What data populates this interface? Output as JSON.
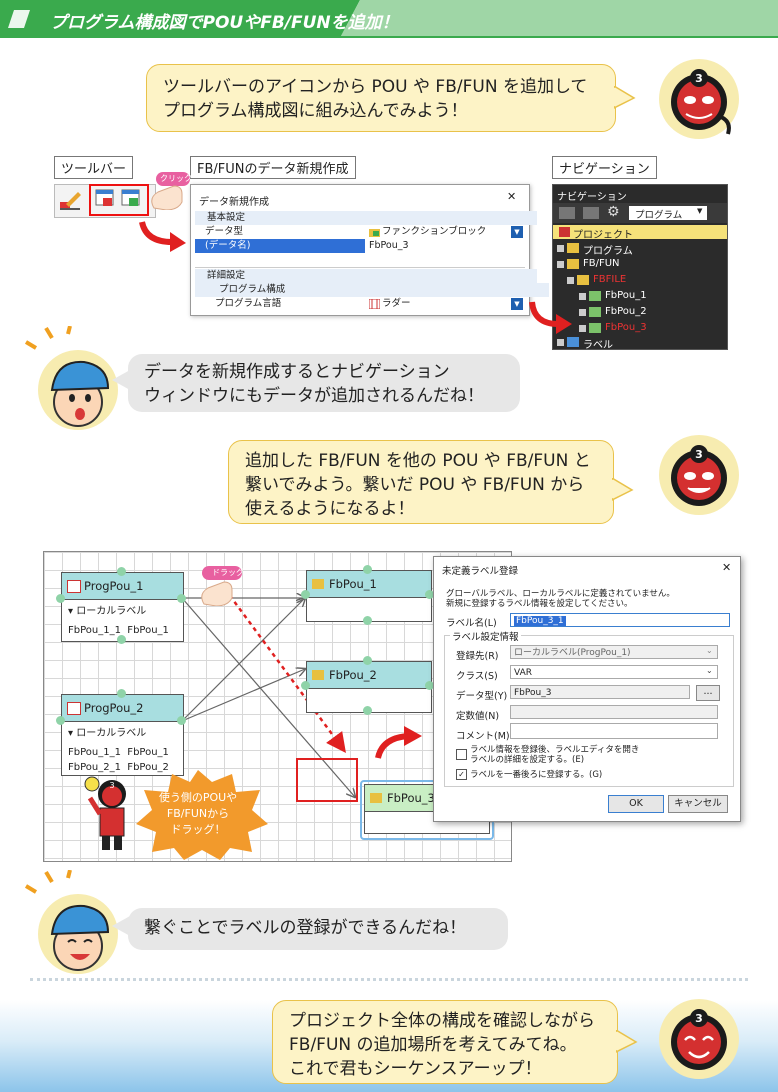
{
  "header": {
    "title": "プログラム構成図でPOUやFB/FUNを追加！"
  },
  "bubbles": {
    "intro": [
      "ツールバーのアイコンから POU や FB/FUN を追加して",
      "プログラム構成図に組み込んでみよう！"
    ],
    "kid1": [
      "データを新規作成するとナビゲーション",
      "ウィンドウにもデータが追加されるんだね！"
    ],
    "connect": [
      "追加した FB/FUN を他の POU や FB/FUN と",
      "繋いでみよう。繋いだ POU や FB/FUN から",
      "使えるようになるよ！"
    ],
    "kid2": [
      "繋ぐことでラベルの登録ができるんだね！"
    ],
    "outro": [
      "プロジェクト全体の構成を確認しながら",
      "FB/FUN の追加場所を考えてみてね。",
      "これで君もシーケンスアーップ！"
    ]
  },
  "section_labels": {
    "toolbar": "ツールバー",
    "new_data": "FB/FUNのデータ新規作成",
    "navigation": "ナビゲーション"
  },
  "toolbar": {
    "click_badge": "クリック"
  },
  "new_data_dialog": {
    "title": "データ新規作成",
    "close": "✕",
    "group_basic": "基本設定",
    "rows": [
      {
        "label": "データ型",
        "value": "ファンクションブロック"
      },
      {
        "label": "(データ名)",
        "value": "FbPou_3"
      }
    ],
    "group_detail": "詳細設定",
    "sub_group": "プログラム構成",
    "lang_label": "プログラム言語",
    "lang_value": "ラダー"
  },
  "navigation": {
    "title": "ナビゲーション",
    "dropdown": "プログラム",
    "project": "プロジェクト",
    "items": [
      "プログラム",
      "FB/FUN",
      "FBFILE",
      "FbPou_1",
      "FbPou_2",
      "FbPou_3",
      "ラベル"
    ]
  },
  "diagram": {
    "drag_badge": "ドラッグ",
    "prog1": {
      "name": "ProgPou_1",
      "local": "ローカルラベル",
      "rows": [
        "FbPou_1_1  FbPou_1"
      ]
    },
    "prog2": {
      "name": "ProgPou_2",
      "local": "ローカルラベル",
      "rows": [
        "FbPou_1_1  FbPou_1",
        "FbPou_2_1  FbPou_2"
      ]
    },
    "fb1": "FbPou_1",
    "fb2": "FbPou_2",
    "fb3": "FbPou_3",
    "hint": [
      "使う側のPOUや",
      "FB/FUNから",
      "ドラッグ！"
    ]
  },
  "label_dialog": {
    "title": "未定義ラベル登録",
    "close": "✕",
    "message": [
      "グローバルラベル、ローカルラベルに定義されていません。",
      "新規に登録するラベル情報を設定してください。"
    ],
    "label_name_label": "ラベル名(L)",
    "label_name_value": "FbPou_3_1",
    "group": "ラベル設定情報",
    "dest_label": "登録先(R)",
    "dest_value": "ローカルラベル(ProgPou_1)",
    "class_label": "クラス(S)",
    "class_value": "VAR",
    "type_label": "データ型(Y)",
    "type_value": "FbPou_3",
    "browse": "...",
    "const_label": "定数値(N)",
    "comment_label": "コメント(M)",
    "check1": [
      "ラベル情報を登録後、ラベルエディタを開き",
      "ラベルの詳細を設定する。(E)"
    ],
    "check2": "ラベルを一番後ろに登録する。(G)",
    "ok": "OK",
    "cancel": "キャンセル"
  },
  "mascot_badge": "3",
  "colors": {
    "header_green": "#3aaa4d",
    "accent_red": "#e02020",
    "bubble_yellow": "#fdf3c6",
    "bubble_gray": "#e7e7e7",
    "teal": "#a8dee0"
  }
}
